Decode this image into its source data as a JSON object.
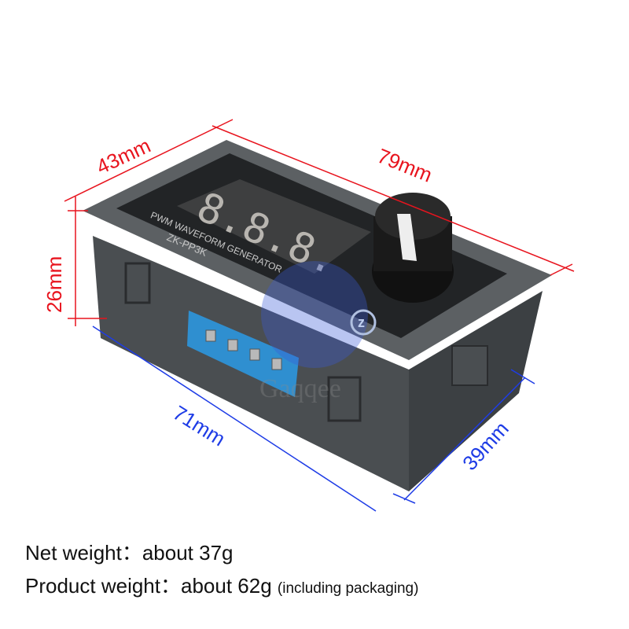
{
  "dimensions": {
    "height_top": "43mm",
    "length_top": "79mm",
    "depth": "26mm",
    "length_bottom": "71mm",
    "height_bottom": "39mm",
    "top_line_color": "#e8141e",
    "bottom_line_color": "#1e3ce6"
  },
  "device": {
    "display": "8.8.8.",
    "label_line1": "PWM WAVEFORM GENERATOR",
    "label_line2": "ZK-PP3K",
    "body_color": "#55595c",
    "terminal_color": "#2f8fd0",
    "knob_icon": "power-rotate-icon"
  },
  "watermark": "Gaqqee",
  "weights": {
    "net_label": "Net weight：",
    "net_value": "about 37g",
    "product_label": "Product weight：",
    "product_value": "about 62g",
    "product_note": "(including packaging)"
  }
}
